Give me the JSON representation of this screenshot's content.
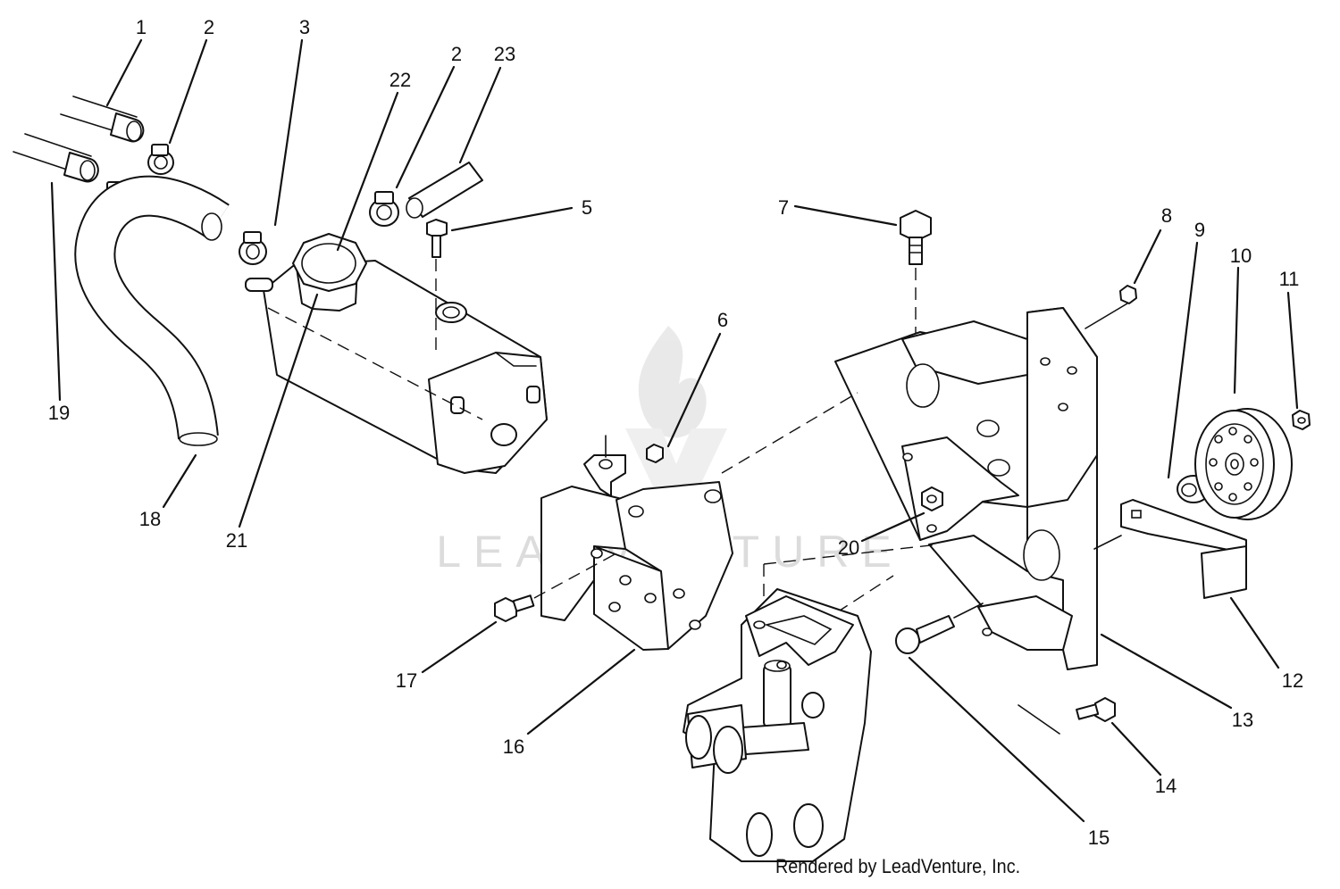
{
  "diagram": {
    "callouts": [
      "1",
      "2",
      "3",
      "22",
      "2",
      "23",
      "5",
      "7",
      "8",
      "9",
      "10",
      "11",
      "6",
      "19",
      "18",
      "21",
      "20",
      "17",
      "16",
      "12",
      "13",
      "14",
      "15"
    ],
    "watermark": "LEADVENTURE",
    "credit": "Rendered by LeadVenture, Inc."
  }
}
